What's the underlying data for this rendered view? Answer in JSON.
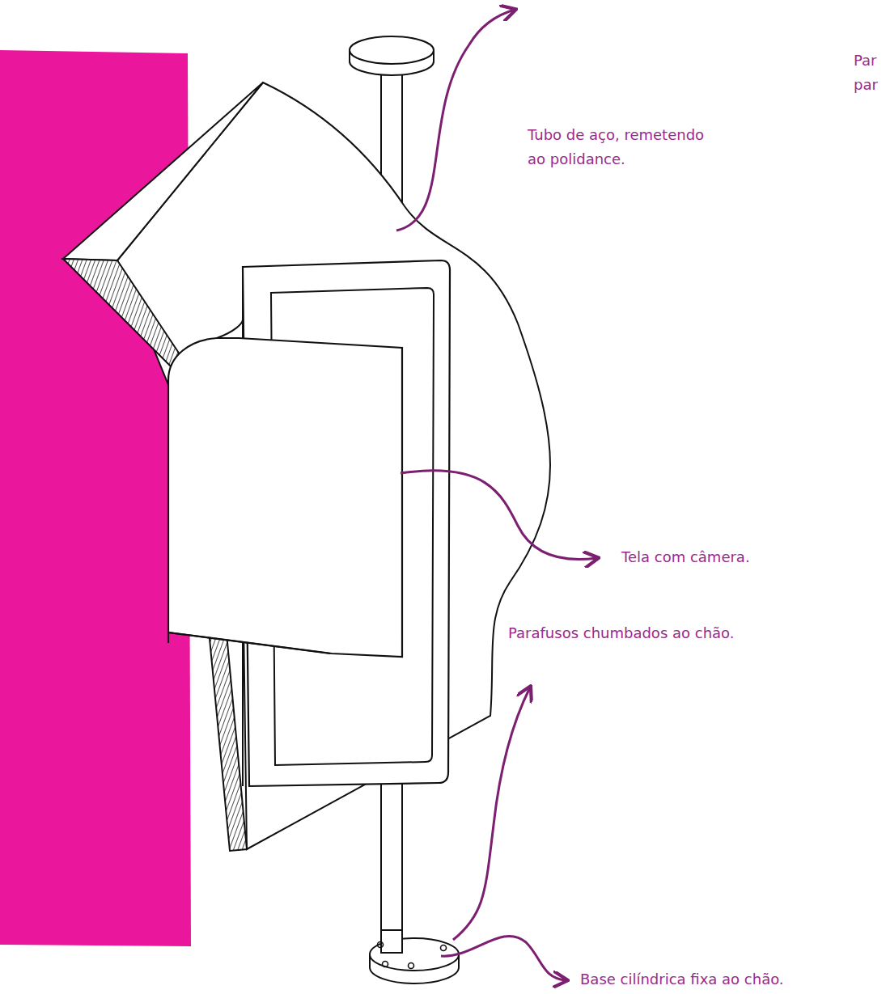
{
  "diagram": {
    "labels": [
      "Par par",
      "Tubo de aço, remetendo ao polidance.",
      "Tela com câmera.",
      "Parafusos chumbados ao chão.",
      "Base cilíndrica fixa ao chão."
    ]
  }
}
